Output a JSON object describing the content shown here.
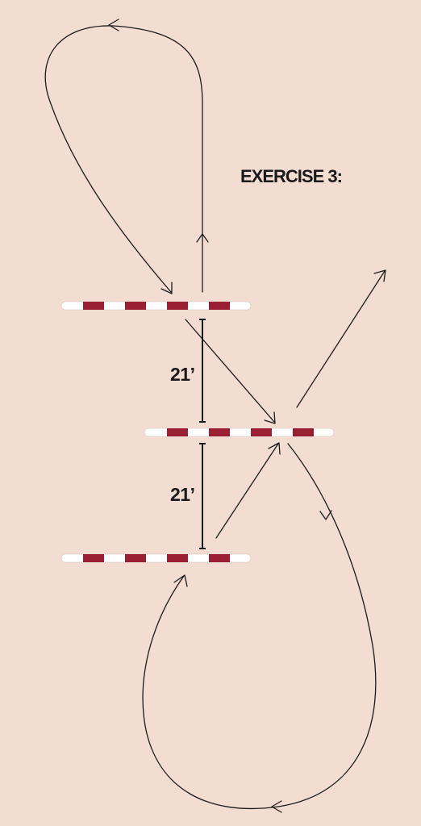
{
  "title": "EXERCISE 3:",
  "distances": [
    {
      "label": "21’"
    },
    {
      "label": "21’"
    }
  ],
  "colors": {
    "background": "#f3ddd2",
    "pole_stripe": "#9b1f33",
    "pole_white": "#ffffff",
    "line": "#1a1a1a"
  }
}
